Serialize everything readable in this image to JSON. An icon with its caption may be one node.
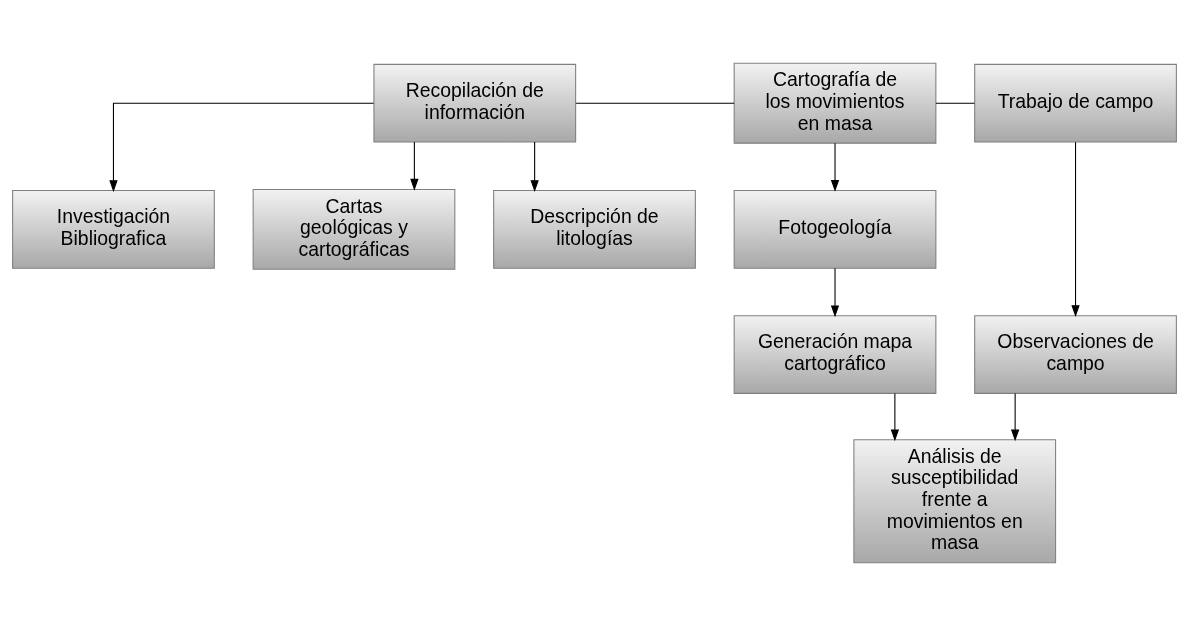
{
  "diagram": {
    "nodes": [
      {
        "text": [
          "Recopilación de información"
        ]
      },
      {
        "text": [
          "Cartografía de los movimientos en masa"
        ]
      },
      {
        "text": [
          "Trabajo de campo"
        ]
      },
      {
        "text": [
          "Investigación Bibliografica"
        ]
      },
      {
        "text": [
          "Fotogeología"
        ]
      },
      {
        "text": [
          "Observaciones de campo"
        ]
      },
      {
        "text": [
          "Cartas geológicas y cartográficas"
        ]
      },
      {
        "text": [
          "Generación mapa cartográfico"
        ]
      },
      {
        "text": [
          "Análisis de susceptibilidad frente a movimientos en masa"
        ]
      },
      {
        "text": [
          "Descripción de litologías"
        ]
      }
    ],
    "edges": [
      {
        "from": 0,
        "to": 1,
        "arrow": "none"
      },
      {
        "from": 1,
        "to": 2,
        "arrow": "none"
      },
      {
        "from": 0,
        "to": 3,
        "arrow": "to"
      },
      {
        "from": 0,
        "to": 6,
        "arrow": "to"
      },
      {
        "from": 0,
        "to": 9,
        "arrow": "to"
      },
      {
        "from": 1,
        "to": 4,
        "arrow": "to"
      },
      {
        "from": 2,
        "to": 5,
        "arrow": "to"
      },
      {
        "from": 4,
        "to": 7,
        "arrow": "to"
      },
      {
        "from": 5,
        "to": 8,
        "arrow": "to"
      },
      {
        "from": 7,
        "to": 8,
        "arrow": "to"
      }
    ]
  }
}
